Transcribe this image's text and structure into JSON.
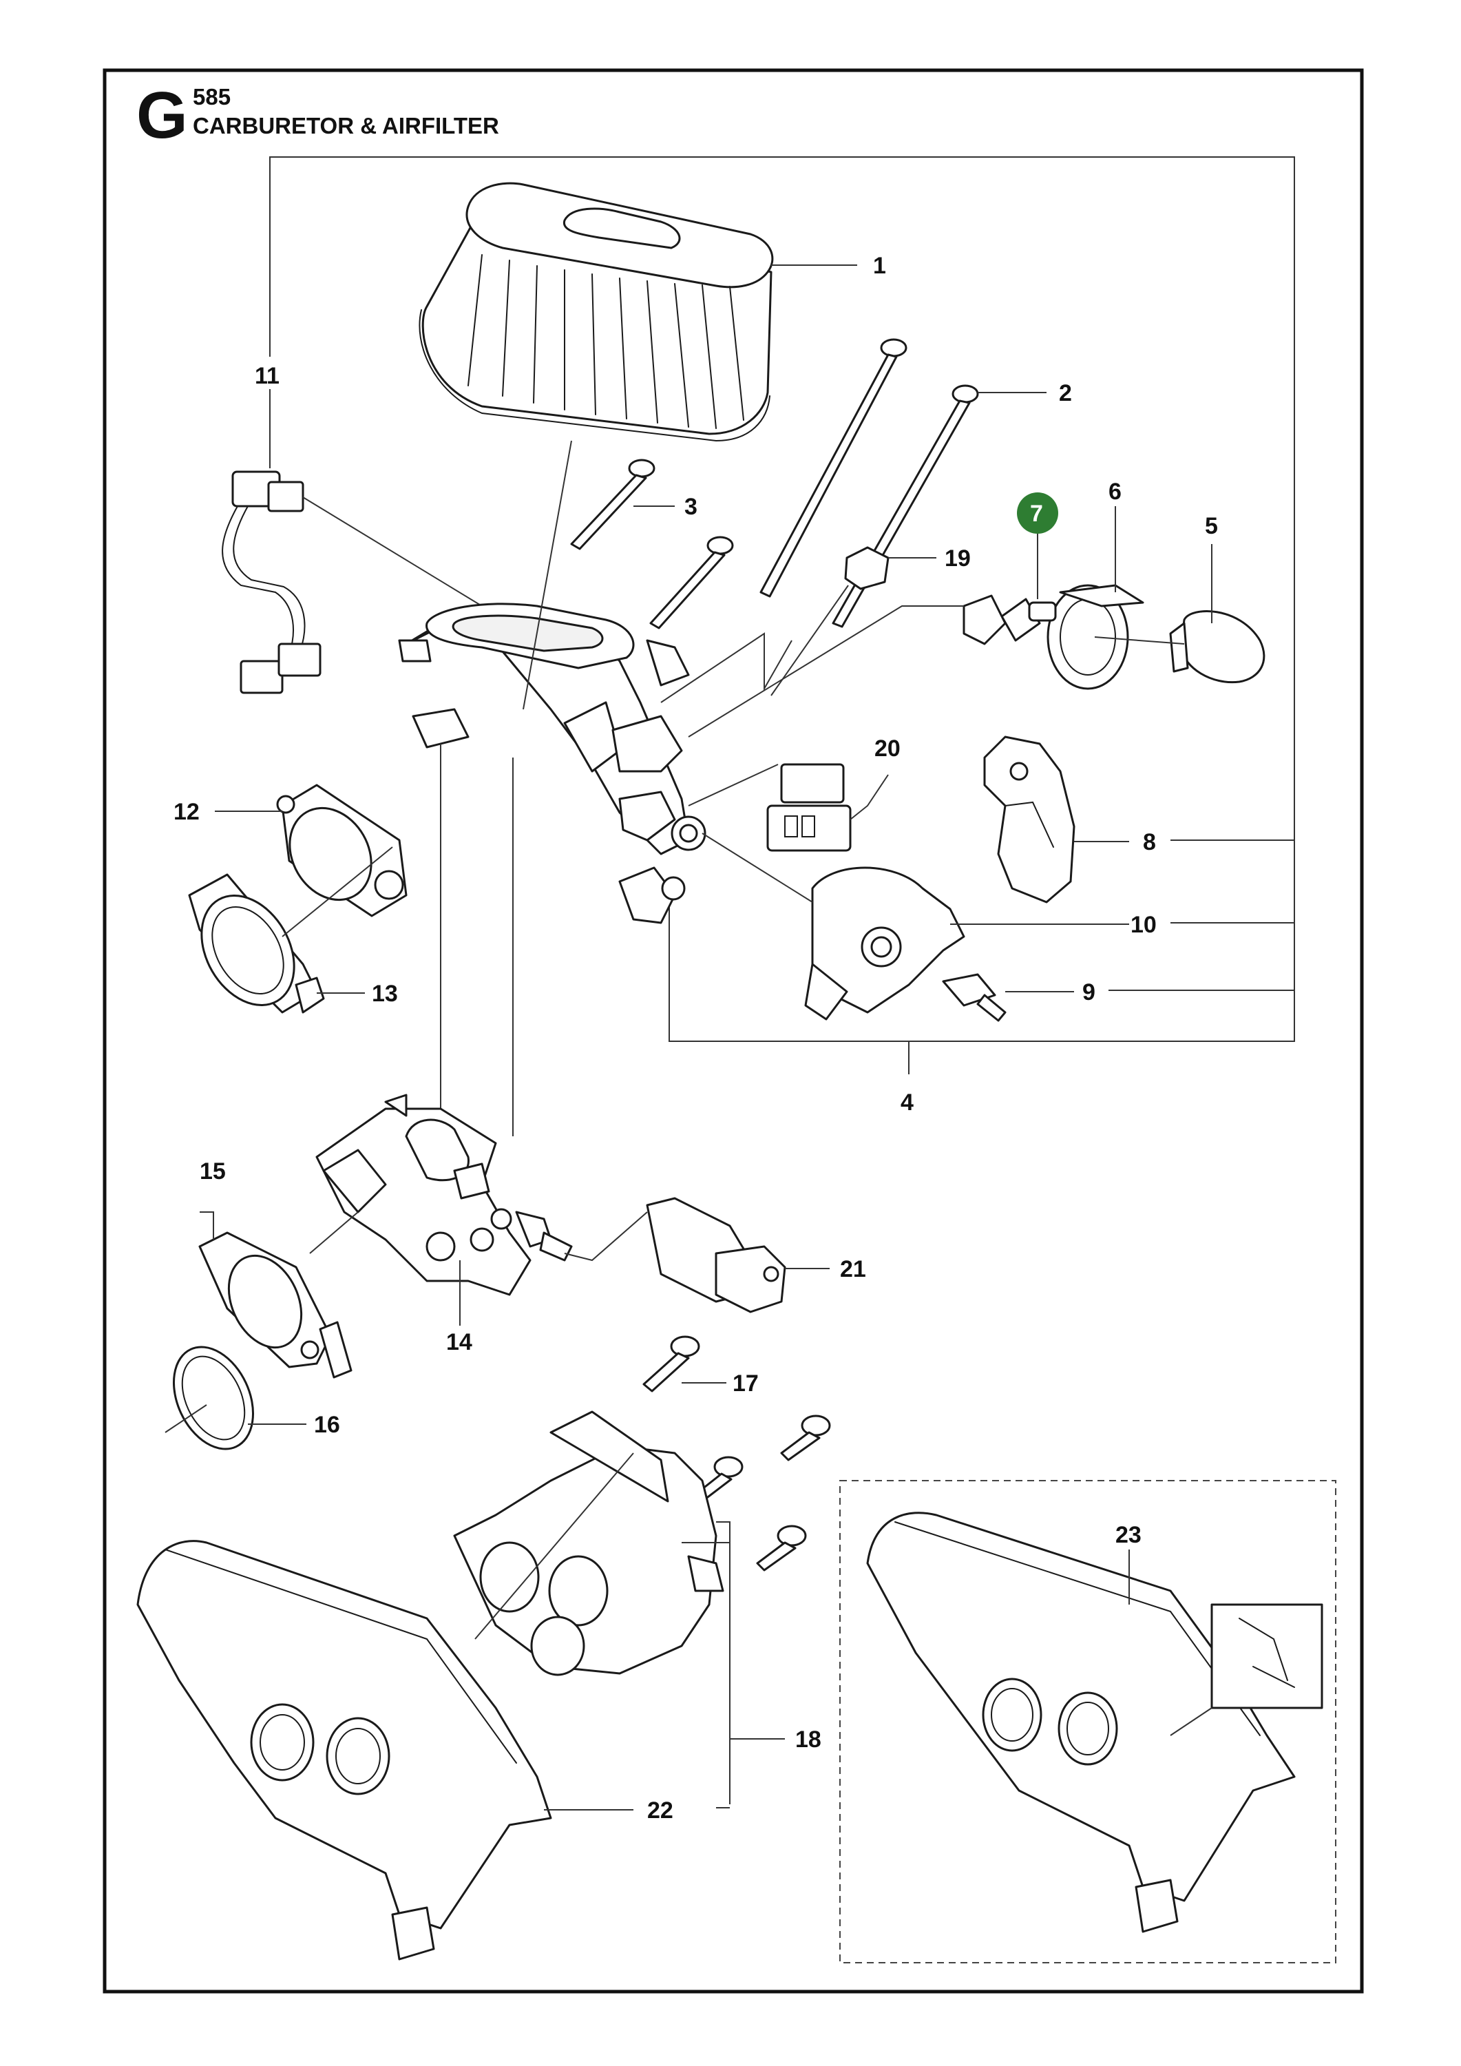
{
  "header": {
    "letter": "G",
    "code": "585",
    "title": "CARBURETOR & AIRFILTER"
  },
  "colors": {
    "highlight_badge": "#2e7d32",
    "line": "#111111"
  },
  "callouts": [
    {
      "id": "1",
      "label": "1"
    },
    {
      "id": "2",
      "label": "2"
    },
    {
      "id": "3",
      "label": "3"
    },
    {
      "id": "4",
      "label": "4"
    },
    {
      "id": "5",
      "label": "5"
    },
    {
      "id": "6",
      "label": "6"
    },
    {
      "id": "7",
      "label": "7",
      "highlighted": true
    },
    {
      "id": "8",
      "label": "8"
    },
    {
      "id": "9",
      "label": "9"
    },
    {
      "id": "10",
      "label": "10"
    },
    {
      "id": "11",
      "label": "11"
    },
    {
      "id": "12",
      "label": "12"
    },
    {
      "id": "13",
      "label": "13"
    },
    {
      "id": "14",
      "label": "14"
    },
    {
      "id": "15",
      "label": "15"
    },
    {
      "id": "16",
      "label": "16"
    },
    {
      "id": "17",
      "label": "17"
    },
    {
      "id": "18",
      "label": "18"
    },
    {
      "id": "19",
      "label": "19"
    },
    {
      "id": "20",
      "label": "20"
    },
    {
      "id": "21",
      "label": "21"
    },
    {
      "id": "22",
      "label": "22"
    },
    {
      "id": "23",
      "label": "23"
    }
  ]
}
